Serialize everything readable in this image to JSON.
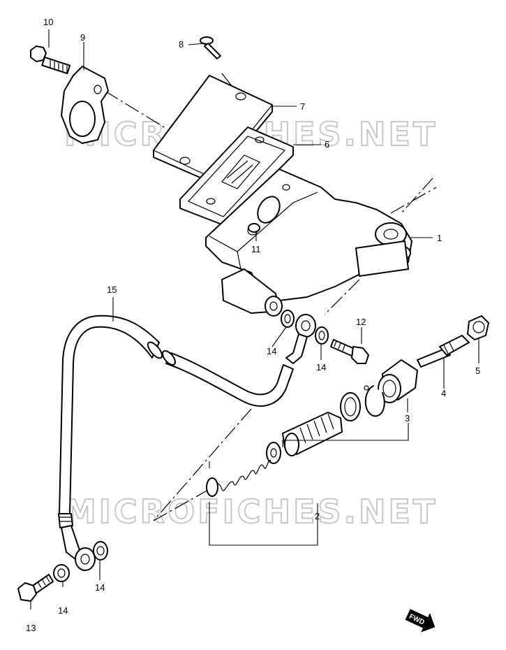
{
  "watermark": {
    "text": "MICROFICHES.NET"
  },
  "callouts": [
    {
      "id": "1",
      "label": "1"
    },
    {
      "id": "2",
      "label": "2"
    },
    {
      "id": "3",
      "label": "3"
    },
    {
      "id": "4",
      "label": "4"
    },
    {
      "id": "5",
      "label": "5"
    },
    {
      "id": "6",
      "label": "6"
    },
    {
      "id": "7",
      "label": "7"
    },
    {
      "id": "8",
      "label": "8"
    },
    {
      "id": "9",
      "label": "9"
    },
    {
      "id": "10",
      "label": "10"
    },
    {
      "id": "11",
      "label": "11"
    },
    {
      "id": "12",
      "label": "12"
    },
    {
      "id": "13",
      "label": "13"
    },
    {
      "id": "14a",
      "label": "14"
    },
    {
      "id": "14b",
      "label": "14"
    },
    {
      "id": "14c",
      "label": "14"
    },
    {
      "id": "14d",
      "label": "14"
    },
    {
      "id": "15",
      "label": "15"
    }
  ],
  "fwd_badge": {
    "text": "FWD"
  },
  "colors": {
    "line": "#000000",
    "background": "#ffffff",
    "watermark": "#c8c8c8"
  }
}
